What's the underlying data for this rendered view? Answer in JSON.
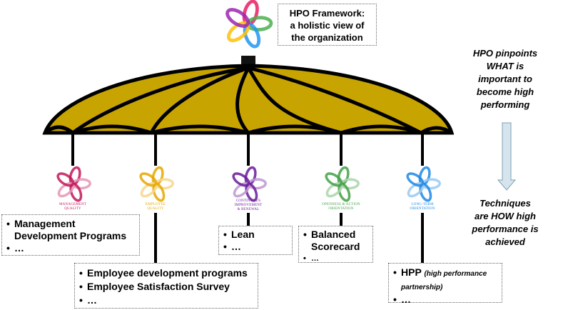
{
  "title_box": {
    "line1": "HPO Framework:",
    "line2": "a holistic view of",
    "line3": "the organization"
  },
  "right_top": {
    "line1": "HPO pinpoints",
    "line2": "WHAT is",
    "line3": "important to",
    "line4": "become high",
    "line5": "performing"
  },
  "right_bottom": {
    "line1": "Techniques",
    "line2": "are HOW high",
    "line3": "performance is",
    "line4": "achieved"
  },
  "pillars": [
    {
      "label1": "MANAGEMENT",
      "label2": "QUALITY",
      "color": "#c2185b"
    },
    {
      "label1": "EMPLOYEE",
      "label2": "QUALITY",
      "color": "#e6a700"
    },
    {
      "label1": "CONTINUOUS",
      "label2": "IMPROVEMENT",
      "label3": "& RENEWAL",
      "color": "#6a1b9a"
    },
    {
      "label1": "OPENNESS & ACTION",
      "label2": "ORIENTATION",
      "color": "#43a047"
    },
    {
      "label1": "LONG-TERM",
      "label2": "ORIENTATION",
      "color": "#1e88e5"
    }
  ],
  "boxes": {
    "management": {
      "item1": "Management Development Programs",
      "item2": "…"
    },
    "employee": {
      "item1": "Employee development programs",
      "item2": "Employee Satisfaction Survey",
      "item3": "…"
    },
    "lean": {
      "item1": "Lean",
      "item2": "…"
    },
    "balanced": {
      "item1": "Balanced Scorecard",
      "item2": "…"
    },
    "hpp": {
      "item1": "HPP",
      "item1_note": "(high performance partnership)",
      "item2": "…"
    }
  },
  "colors": {
    "umbrella": "#c8a400",
    "outline": "#000000",
    "arrow": "#d6e4ee"
  }
}
